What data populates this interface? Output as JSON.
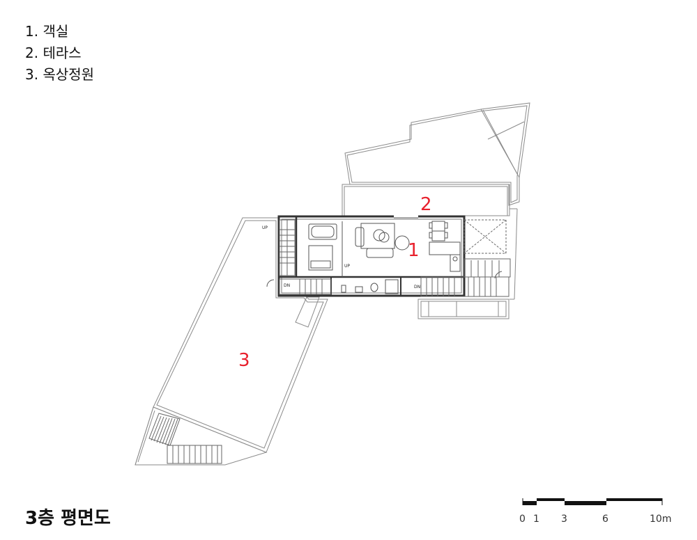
{
  "legend": {
    "items": [
      "1. 객실",
      "2. 테라스",
      "3. 옥상정원"
    ]
  },
  "plan": {
    "room_labels": [
      "1",
      "2",
      "3"
    ],
    "small_labels": {
      "up_left": "UP",
      "up_center": "UP",
      "dn_left": "DN",
      "dn_right": "DN"
    },
    "room_label_color": "#e8212d",
    "line_color": "#555555"
  },
  "title": "3층 평면도",
  "scale": {
    "ticks": [
      "0",
      "1",
      "3",
      "6",
      "10m"
    ]
  }
}
